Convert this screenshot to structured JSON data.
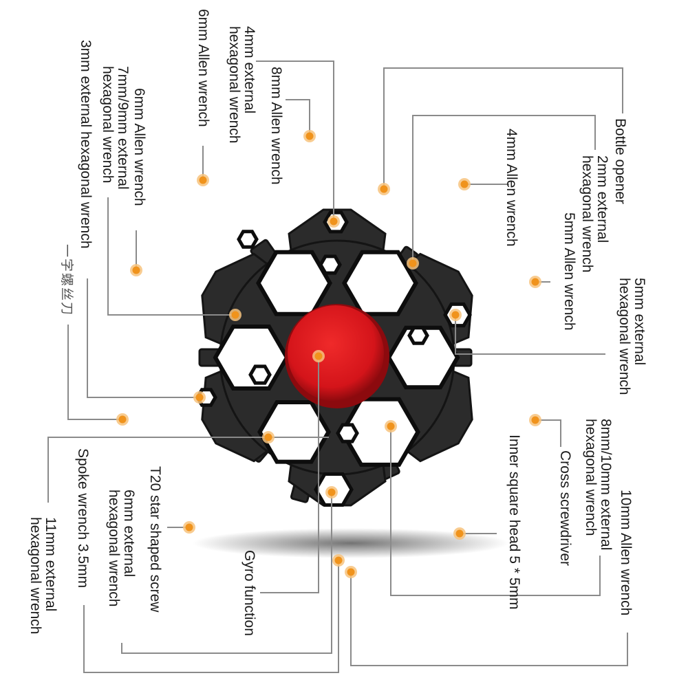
{
  "title": "Snowflake multi-tool function diagram",
  "colors": {
    "callout_dot": "#f0931c",
    "callout_halo": "#f7c37e",
    "leader_line": "#8a8a8a",
    "tool_body": "#2b2b2b",
    "tool_edge": "#141414",
    "spinner_cap": "#d9141b",
    "spinner_rim": "#8c0a0e",
    "text": "#1a1a1a"
  },
  "labels": [
    {
      "id": "bottle-opener",
      "text": "Bottle opener"
    },
    {
      "id": "2mm-external-hex",
      "text": "2mm external\nhexagonal wrench"
    },
    {
      "id": "5mm-allen",
      "text": "5mm Allen wrench"
    },
    {
      "id": "4mm-allen",
      "text": "4mm Allen wrench"
    },
    {
      "id": "5mm-external-hex",
      "text": "5mm external\nhexagonal wrench"
    },
    {
      "id": "8-10mm-external-hex",
      "text": "8mm/10mm external\nhexagonal wrench"
    },
    {
      "id": "cross-screwdriver",
      "text": "Cross screwdriver"
    },
    {
      "id": "10mm-allen",
      "text": "10mm Allen wrench"
    },
    {
      "id": "inner-square-head",
      "text": "Inner square head 5 * 5mm"
    },
    {
      "id": "gyro-function",
      "text": "Gyro function"
    },
    {
      "id": "t20-star-screw",
      "text": "T20 star shaped screw"
    },
    {
      "id": "6mm-external-hex",
      "text": "6mm external\nhexagonal wrench"
    },
    {
      "id": "spoke-wrench",
      "text": "Spoke wrench 3.5mm"
    },
    {
      "id": "11mm-external-hex",
      "text": "11mm external\nhexagonal wrench"
    },
    {
      "id": "flat-screwdriver-cn",
      "text": "一字螺丝刀"
    },
    {
      "id": "3mm-external-hex",
      "text": "3mm external hexagonal wrench"
    },
    {
      "id": "7-9mm-external-hex",
      "text": "7mm/9mm external\nhexagonal wrench"
    },
    {
      "id": "6mm-allen-left",
      "text": "6mm Allen wrench"
    },
    {
      "id": "6mm-allen-top",
      "text": "6mm Allen wrench"
    },
    {
      "id": "4mm-external-hex",
      "text": "4mm external\nhexagonal wrench"
    },
    {
      "id": "8mm-allen",
      "text": "8mm Allen wrench"
    }
  ]
}
